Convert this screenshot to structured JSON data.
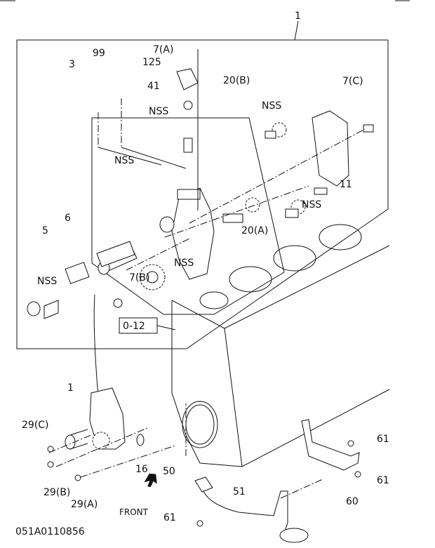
{
  "diagram": {
    "drawing_id": "051A0110856",
    "front_label": "FRONT",
    "reference_box": "0-12",
    "labels": {
      "assembly_top": "1",
      "bolt_7a": "7(A)",
      "plug_99": "99",
      "pin_3": "3",
      "cover_125": "125",
      "ring_41": "41",
      "gear_set_20b": "20(B)",
      "bolt_7c": "7(C)",
      "nss_bushing": "NSS",
      "nss_gear_top": "NSS",
      "nss_plug": "NSS",
      "dowel_11": "11",
      "nss_gear_right": "NSS",
      "sleeve_6": "6",
      "spring_5": "5",
      "gear_set_20a": "20(A)",
      "nss_gear_drive": "NSS",
      "bolt_7b": "7(B)",
      "nss_cap": "NSS",
      "assembly_bottom": "1",
      "bolt_29c": "29(C)",
      "bolt_61_top": "61",
      "oring_16": "16",
      "gasket_50": "50",
      "bolt_29b": "29(B)",
      "bolt_61_mid": "61",
      "pipe_51": "51",
      "bracket_60": "60",
      "bolt_29a": "29(A)",
      "bolt_61_bottom": "61"
    }
  }
}
